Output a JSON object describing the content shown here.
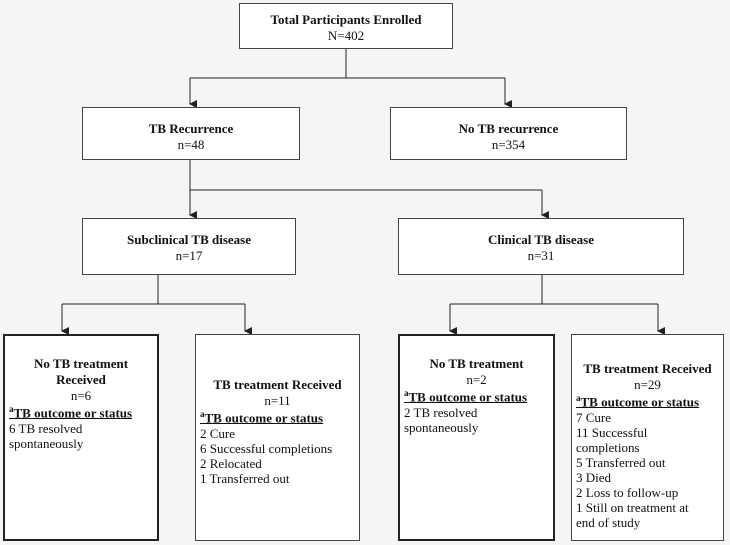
{
  "total": {
    "title": "Total Participants Enrolled",
    "n": "N=402"
  },
  "recurrence": {
    "title": "TB Recurrence",
    "n": "n=48"
  },
  "no_recurrence": {
    "title": "No TB recurrence",
    "n": "n=354"
  },
  "subclinical": {
    "title": "Subclinical TB disease",
    "n": "n=17"
  },
  "clinical": {
    "title": "Clinical TB disease",
    "n": "n=31"
  },
  "outcome_header_sup": "a",
  "outcome_header": "TB outcome or status",
  "box1": {
    "title_line1": "No TB treatment",
    "title_line2": "Received",
    "n": "n=6",
    "items": [
      "6 TB resolved",
      "spontaneously"
    ]
  },
  "box2": {
    "title": "TB treatment Received",
    "n": "n=11",
    "items": [
      "2 Cure",
      "6 Successful completions",
      "2 Relocated",
      "1 Transferred out"
    ]
  },
  "box3": {
    "title": "No TB treatment",
    "n": "n=2",
    "items": [
      "2 TB resolved",
      "spontaneously"
    ]
  },
  "box4": {
    "title": "TB treatment Received",
    "n": "n=29",
    "items": [
      "7 Cure",
      "11 Successful",
      "completions",
      "5 Transferred out",
      "3 Died",
      "2 Loss to follow-up",
      "1 Still on treatment at",
      "end of study"
    ]
  }
}
